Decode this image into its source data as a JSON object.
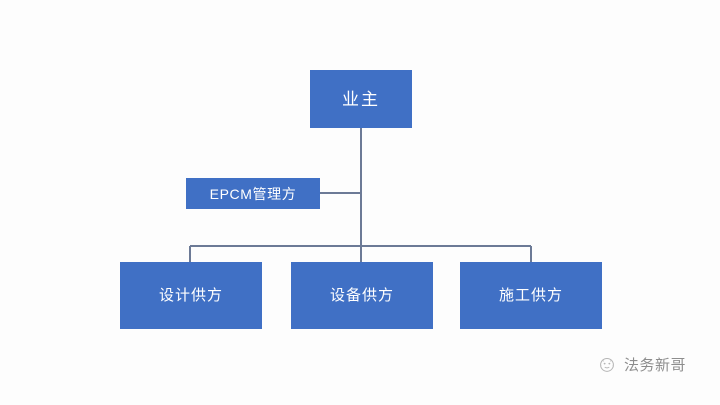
{
  "diagram": {
    "type": "organization-chart",
    "background_color": "#fdfdfd",
    "node_fill_color": "#4070c5",
    "node_text_color": "#ffffff",
    "connector_color": "#6c7a96",
    "nodes": {
      "owner": {
        "label": "业主"
      },
      "epcm": {
        "label": "EPCM管理方"
      },
      "design_supplier": {
        "label": "设计供方"
      },
      "equipment_supplier": {
        "label": "设备供方"
      },
      "construction_supplier": {
        "label": "施工供方"
      }
    }
  },
  "watermark": {
    "text": "法务新哥",
    "icon": "wechat-official-account-logo-icon"
  }
}
